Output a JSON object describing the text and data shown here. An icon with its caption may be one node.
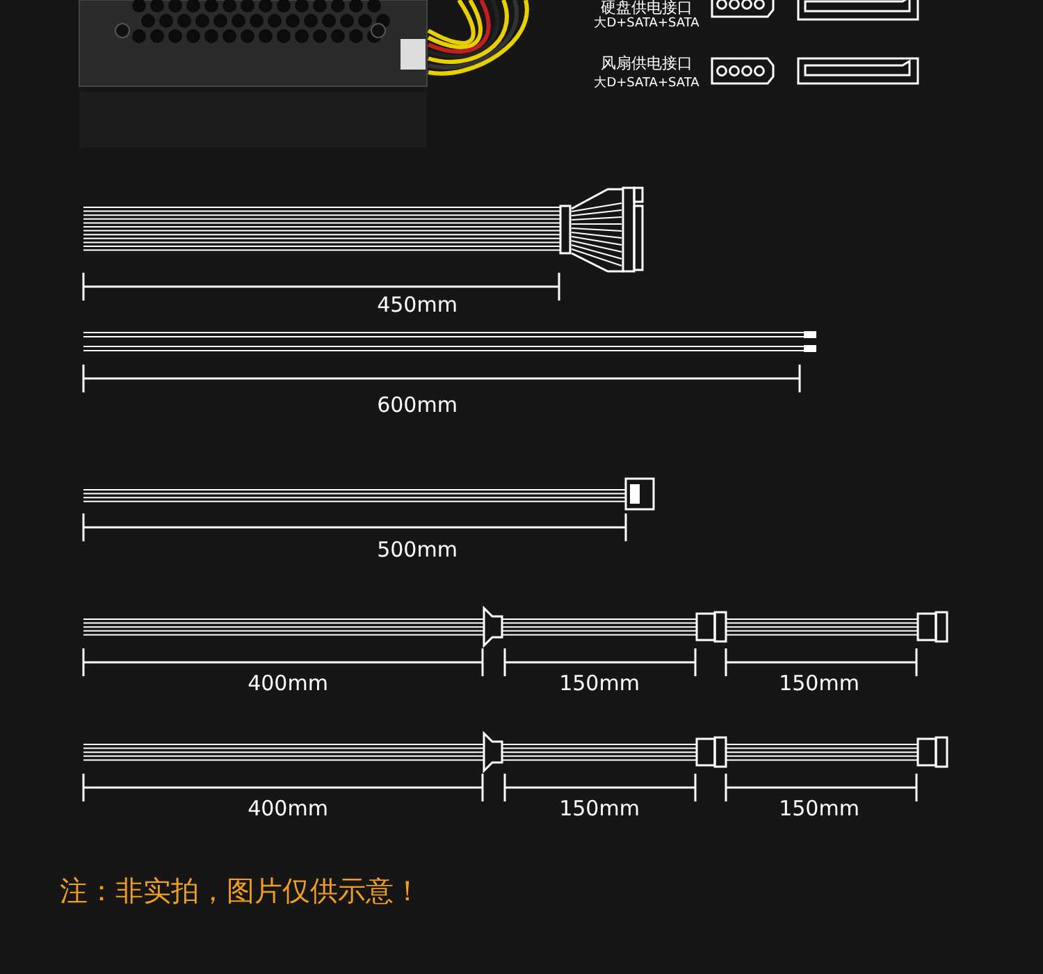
{
  "diagram": {
    "labels": [
      "硬盘供电接口",
      "大D+SATA+SATA",
      "风扇供电接口",
      "大D+SATA+SATA",
      "450mm",
      "600mm",
      "500mm",
      "400mm",
      "150mm",
      "150mm",
      "400mm",
      "150mm",
      "150mm",
      "注：非实拍，图片仅供示意！"
    ]
  }
}
